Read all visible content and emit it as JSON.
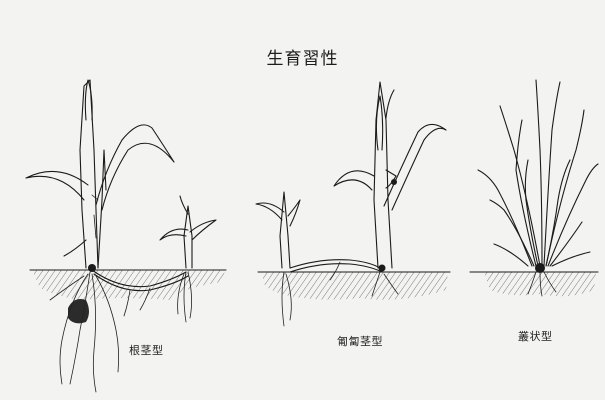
{
  "title": "生育習性",
  "plants": [
    {
      "caption": "根茎型"
    },
    {
      "caption": "匍匐茎型"
    },
    {
      "caption": "叢状型"
    }
  ]
}
